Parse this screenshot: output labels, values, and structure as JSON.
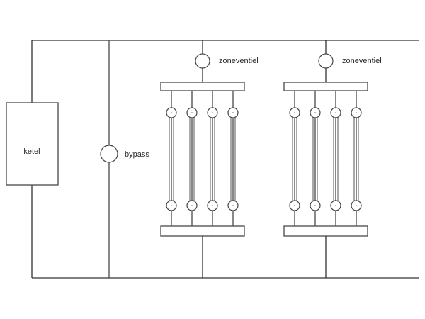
{
  "diagram": {
    "boiler": {
      "label": "ketel"
    },
    "bypass": {
      "label": "bypass"
    },
    "zones": [
      {
        "valve_label": "zoneventiel",
        "radiator_count": 4
      },
      {
        "valve_label": "zoneventiel",
        "radiator_count": 4
      }
    ],
    "colors": {
      "line": "#555555",
      "background": "#ffffff"
    }
  }
}
